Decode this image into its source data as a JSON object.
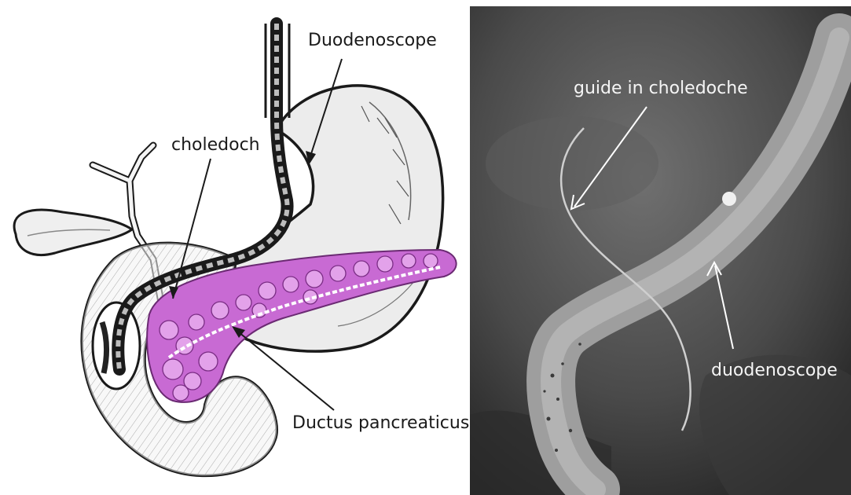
{
  "left_panel": {
    "labels": {
      "duodenoscope": "Duodenoscope",
      "choledoch": "choledoch",
      "ductus_pancreaticus": "Ductus pancreaticus"
    }
  },
  "right_panel": {
    "labels": {
      "guide": "guide in choledoche",
      "duodenoscope": "duodenoscope"
    }
  },
  "colors": {
    "pancreas": "#c86ad3",
    "ink": "#1a1a1a",
    "xray_background": "#4a4a4a"
  }
}
